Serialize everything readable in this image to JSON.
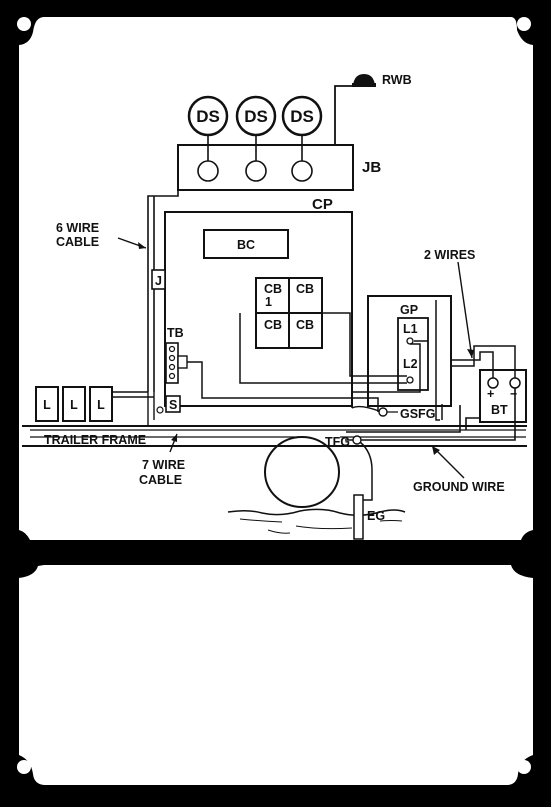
{
  "diagram": {
    "labels": {
      "rwb": "RWB",
      "jb": "JB",
      "cp": "CP",
      "bc": "BC",
      "six_wire_cable_line1": "6 WIRE",
      "six_wire_cable_line2": "CABLE",
      "j": "J",
      "tb": "TB",
      "s": "S",
      "two_wires": "2 WIRES",
      "gp": "GP",
      "l1": "L1",
      "l2": "L2",
      "bt": "BT",
      "bt_plus": "+",
      "bt_minus": "−",
      "gsfg": "GSFG",
      "tfg": "TFG",
      "eg": "EG",
      "trailer_frame": "TRAILER FRAME",
      "seven_wire_cable_line1": "7 WIRE",
      "seven_wire_cable_line2": "CABLE",
      "ground_wire": "GROUND WIRE"
    },
    "ds_labels": [
      "DS",
      "DS",
      "DS"
    ],
    "cb_labels": [
      "CB",
      "CB",
      "CB",
      "CB"
    ],
    "cb1_number": "1",
    "lights": [
      "L",
      "L",
      "L"
    ]
  }
}
